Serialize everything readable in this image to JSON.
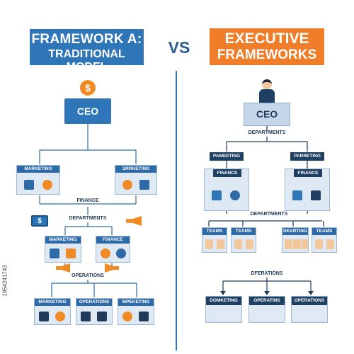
{
  "header": {
    "left_title_line1": "FRAMEWORK A:",
    "left_title_line2": "TRADITIONAL MODEL",
    "vs": "VS",
    "right_title_line1": "EXECUTIVE",
    "right_title_line2": "FRAMEWORKS"
  },
  "left": {
    "ceo": "CEO",
    "top_boxes": [
      "MARKETING",
      "SRRKETING"
    ],
    "finance_label": "FINANCE",
    "departments_label": "DEPARTMENTS",
    "dept_boxes": [
      "MARKETING",
      "FINANCE"
    ],
    "operations_label": "OPERATIONS",
    "ops_boxes": [
      "MARKETING",
      "OPERATIONS",
      "MPEKETING"
    ]
  },
  "right": {
    "ceo": "CEO",
    "departments_label": "DEPARTMENTS",
    "top_boxes": [
      "PAMEETING",
      "PARRETING"
    ],
    "finance_boxes": [
      "FINANCE",
      "FINANCE"
    ],
    "departments_label2": "DEPARTMENTS",
    "team_boxes": [
      "TEAMS",
      "TEAMS",
      "DEARTING",
      "TEAMS"
    ],
    "operations_label": "DFERATIONS",
    "ops_boxes": [
      "DOMKETING",
      "OPERATINS",
      "OPERATIONS"
    ]
  },
  "watermark": {
    "stock_id": "1954241743"
  },
  "colors": {
    "blue": "#2f76b8",
    "orange": "#ef7d2a",
    "navy": "#1f3f63"
  }
}
